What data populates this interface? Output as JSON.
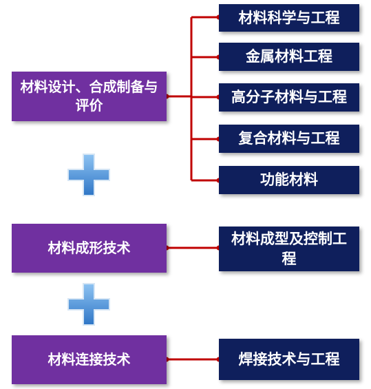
{
  "colors": {
    "left_box": "#7030a0",
    "right_box": "#0f1f5c",
    "connector": "#c00000",
    "plus_icon": "#3a86d6"
  },
  "left_boxes": [
    {
      "label": "材料设计、合成制备与评价"
    },
    {
      "label": "材料成形技术"
    },
    {
      "label": "材料连接技术"
    }
  ],
  "right_boxes": [
    {
      "label": "材料科学与工程"
    },
    {
      "label": "金属材料工程"
    },
    {
      "label": "高分子材料与工程"
    },
    {
      "label": "复合材料与工程"
    },
    {
      "label": "功能材料"
    },
    {
      "label": "材料成型及控制工程"
    },
    {
      "label": "焊接技术与工程"
    }
  ],
  "icons": [
    "plus-icon",
    "plus-icon"
  ]
}
